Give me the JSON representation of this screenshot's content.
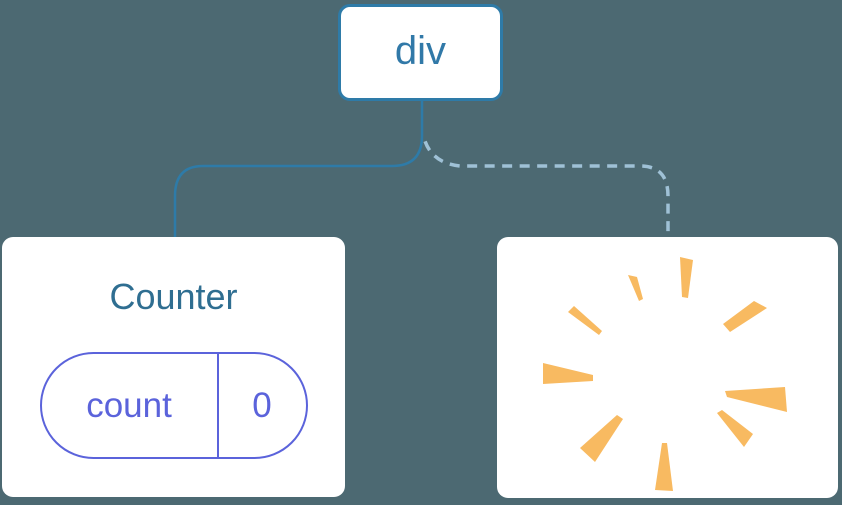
{
  "colors": {
    "background": "#4C6972",
    "node-border-blue": "#2E7BA8",
    "root-text-blue": "#3179A8",
    "component-title-blue": "#2F6E91",
    "state-indigo": "#5B63DB",
    "dashed-line-blue": "#9FC1D6",
    "burst-orange": "#F8BA61",
    "card-white": "#FFFFFF"
  },
  "diagram": {
    "type": "component-tree",
    "root": {
      "label": "div"
    },
    "counter": {
      "title": "Counter",
      "state": {
        "key": "count",
        "value": "0"
      }
    },
    "removed": {
      "icon": "poof-burst-icon"
    },
    "edges": [
      {
        "from": "div",
        "to": "Counter",
        "style": "solid"
      },
      {
        "from": "div",
        "to": "removed",
        "style": "dashed"
      }
    ]
  }
}
